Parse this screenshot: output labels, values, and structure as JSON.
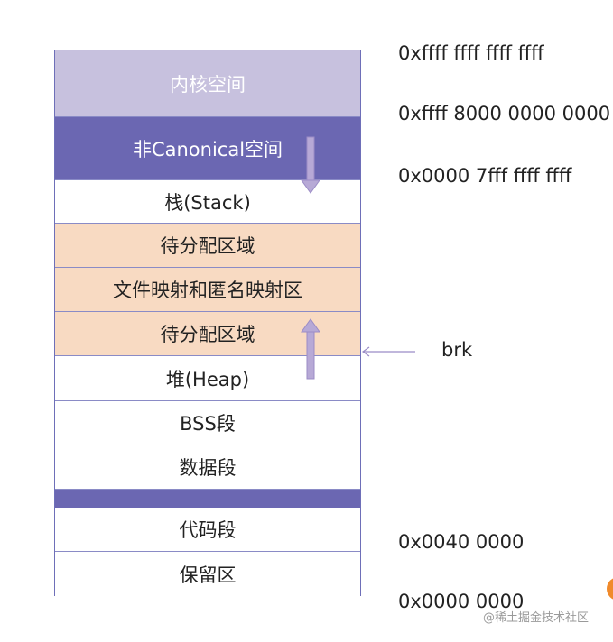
{
  "segments": {
    "kernel": "内核空间",
    "noncanonical": "非Canonical空间",
    "stack": "栈(Stack)",
    "unalloc_top": "待分配区域",
    "mmap": "文件映射和匿名映射区",
    "unalloc_bottom": "待分配区域",
    "heap": "堆(Heap)",
    "bss": "BSS段",
    "data": "数据段",
    "code": "代码段",
    "reserved": "保留区"
  },
  "addresses": {
    "top": "0xffff ffff ffff ffff",
    "noncanon_start": "0xffff 8000 0000 0000",
    "user_top": "0x0000 7fff ffff ffff",
    "code_start": "0x0040 0000",
    "zero": "0x0000 0000"
  },
  "brk_label": "brk",
  "watermark": "@稀土掘金技术社区",
  "colors": {
    "kernel": "#c7c1de",
    "noncanonical": "#6b67b2",
    "unallocated": "#f8dac2",
    "arrow": "#b7a9d6"
  }
}
